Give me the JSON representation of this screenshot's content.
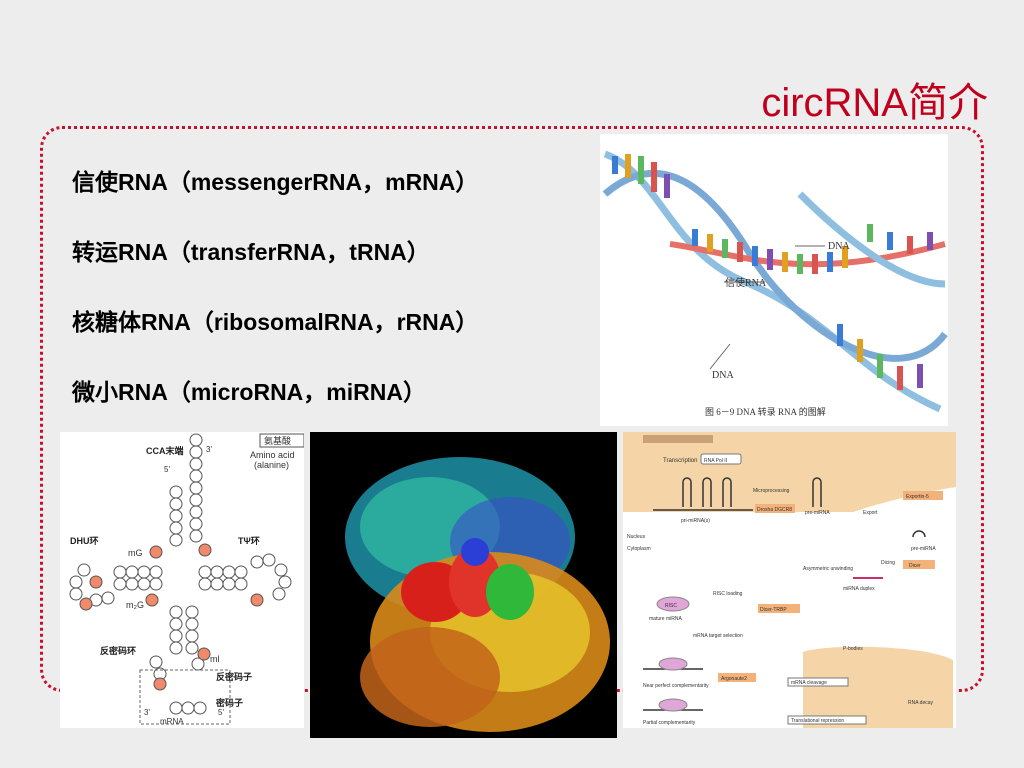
{
  "title": "circRNA简介",
  "bullets": [
    "信使RNA（messengerRNA，mRNA）",
    "转运RNA（transferRNA，tRNA）",
    "核糖体RNA（ribosomalRNA，rRNA）",
    "微小RNA（microRNA，miRNA）"
  ],
  "dna_figure": {
    "label_dna_top": "DNA",
    "label_mrna": "信使RNA",
    "label_dna_bottom": "DNA",
    "caption": "图 6－9   DNA 转录 RNA 的图解"
  },
  "trna_figure": {
    "cca_label": "CCA末端",
    "amino_box": "氨基酸",
    "amino_en_1": "Amino acid",
    "amino_en_2": "(alanine)",
    "dhu": "DHU环",
    "tpsi": "TΨ环",
    "mG": "mG",
    "m2G": "m₂G",
    "anticodon_loop": "反密码环",
    "ml": "ml",
    "anticodon": "反密码子",
    "codon": "密码子",
    "mrna": "mRNA",
    "five_top": "5'",
    "three_top": "3'",
    "three_bottom": "3'",
    "five_bottom": "5'"
  },
  "mirna_figure": {
    "transcription": "Transcription",
    "rna_pol": "RNA Pol II",
    "pri": "pri-miRNA(s)",
    "microprocessing": "Microprocessing",
    "drosha": "Drosha DGCR8",
    "pre": "pre-miRNA",
    "export": "Export",
    "exportin": "Exportin-5",
    "pre2": "pre-miRNA",
    "dicing": "Dicing",
    "dicer": "Dicer",
    "nucleus": "Nucleus",
    "cytoplasm": "Cytoplasm",
    "asym": "Asymmetric unwinding",
    "duplex": "miRNA duplex",
    "risc_loading": "RISC loading",
    "dicer_trbp": "Dicer-TRBP",
    "risc": "RISC",
    "mature": "mature miRNA",
    "target": "mRNA target selection",
    "near": "Near perfect complementarity",
    "argo": "Argonaute2",
    "cleavage": "mRNA cleavage",
    "pbodies": "P-bodies",
    "decay": "RNA decay",
    "partial": "Partial complementarity",
    "repression": "Translational repression"
  }
}
